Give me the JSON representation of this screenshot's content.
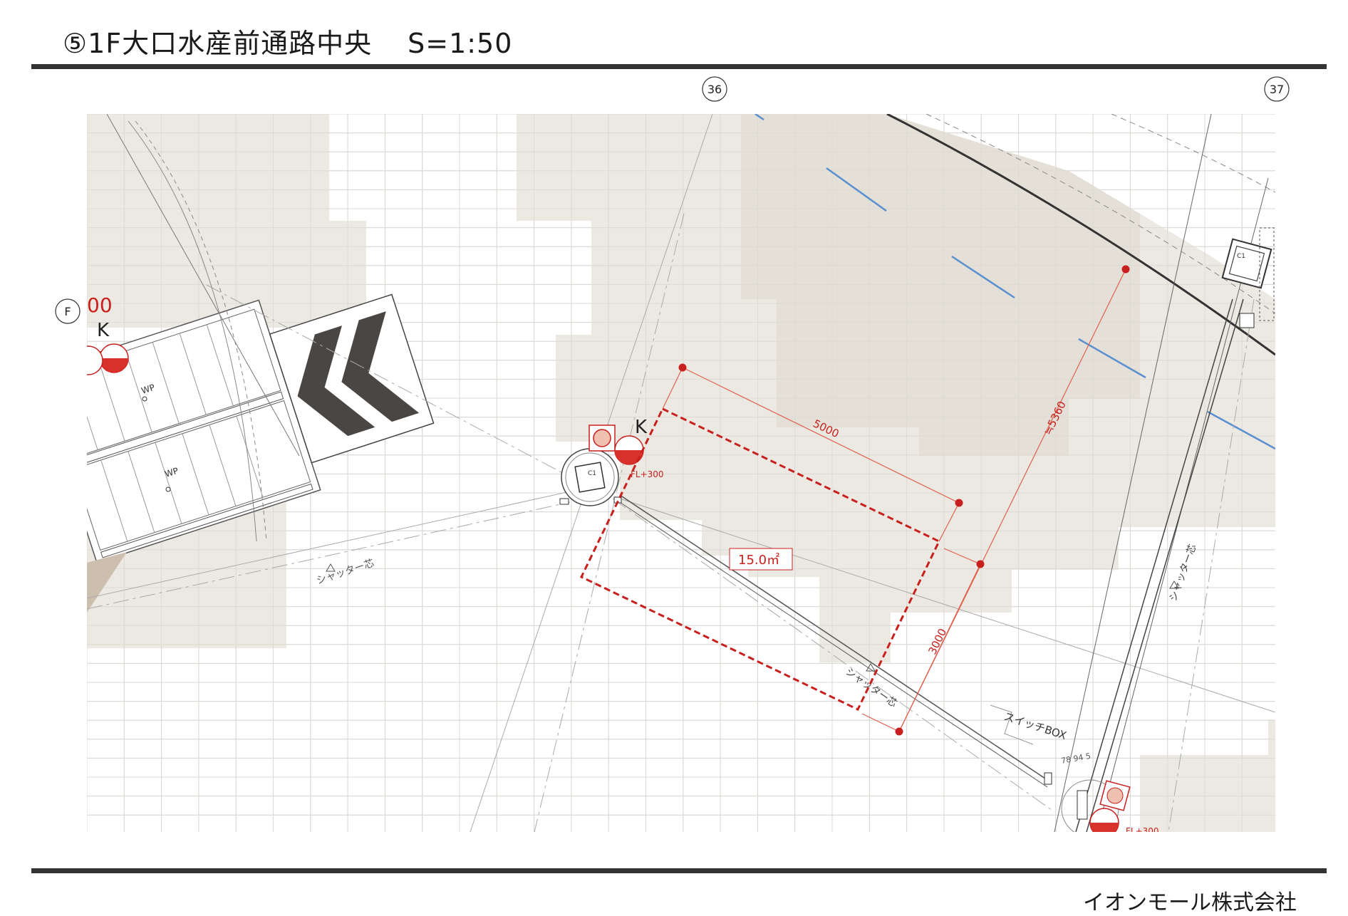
{
  "title": {
    "text": "⑤1F大口水産前通路中央",
    "scale": "S=1:50"
  },
  "company": "イオンモール株式会社",
  "grid_marks": {
    "col_36": "36",
    "col_37": "37",
    "row_f": "F"
  },
  "plan": {
    "label_k_left": "K",
    "label_k_center": "K",
    "fl_label_center": "FL+300",
    "fl_label_bottom": "FL+300",
    "wp_1": "WP",
    "wp_2": "WP",
    "column_label_1": "C1",
    "column_label_2": "C1",
    "shutter_label_left": "シャッター芯",
    "shutter_label_mid": "シャッター芯",
    "shutter_label_right": "シャッター芯",
    "switch_box": "スイッチBOX",
    "partial_dim": "00",
    "small_dims": "78  94  5",
    "area_label": "15.0㎡"
  },
  "dimensions": {
    "width": "5000",
    "depth": "3000",
    "diagonal": "≒5360"
  },
  "colors": {
    "accent_red": "#c8201e",
    "dim_line": "#e06050",
    "floor_shade": "#ece9e2",
    "floor_shade_dark": "#e4e0d7",
    "blue_line": "#5a8fd0"
  }
}
